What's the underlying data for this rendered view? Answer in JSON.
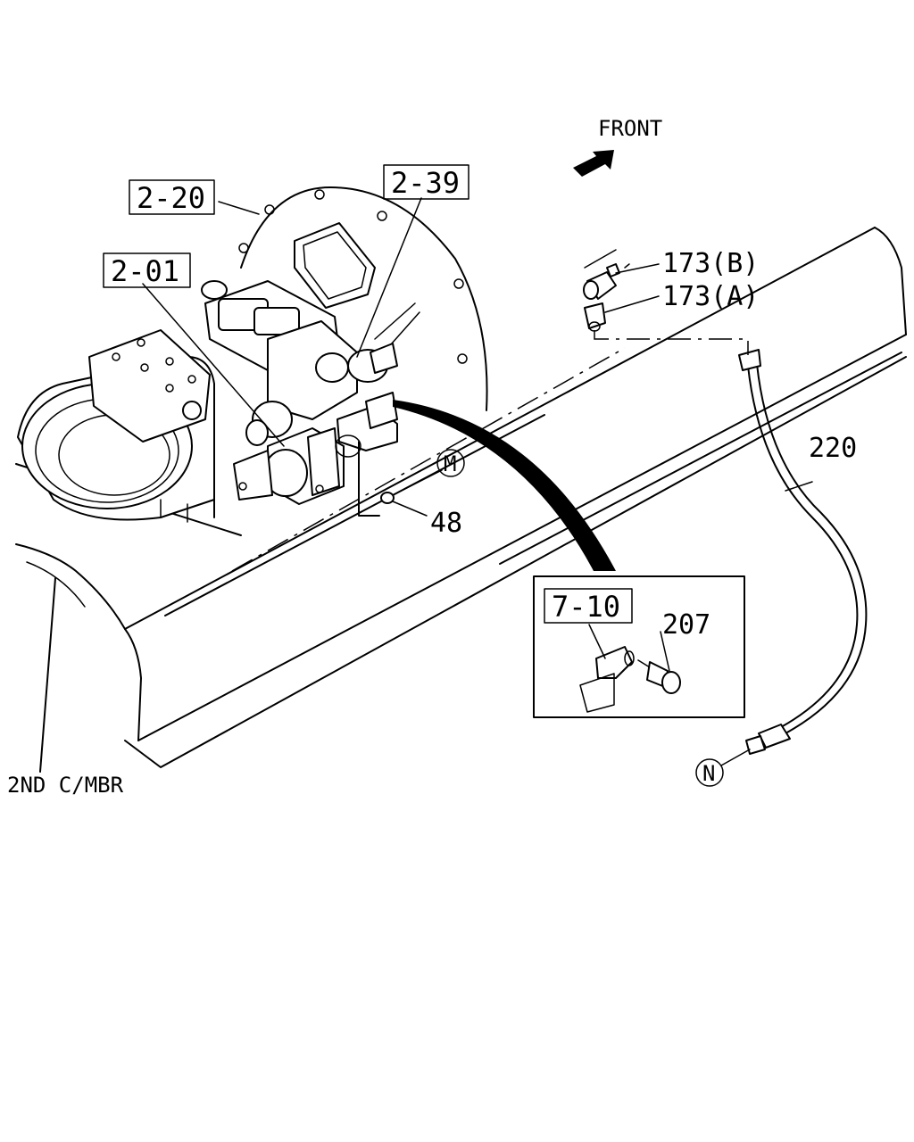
{
  "labels": {
    "front": "FRONT",
    "ref_2_20": "2-20",
    "ref_2_39": "2-39",
    "ref_2_01": "2-01",
    "ref_7_10": "7-10",
    "part_173b": "173(B)",
    "part_173a": "173(A)",
    "part_220": "220",
    "part_48": "48",
    "part_207": "207",
    "marker_m": "M",
    "marker_n": "N",
    "member": "2ND C/MBR"
  }
}
